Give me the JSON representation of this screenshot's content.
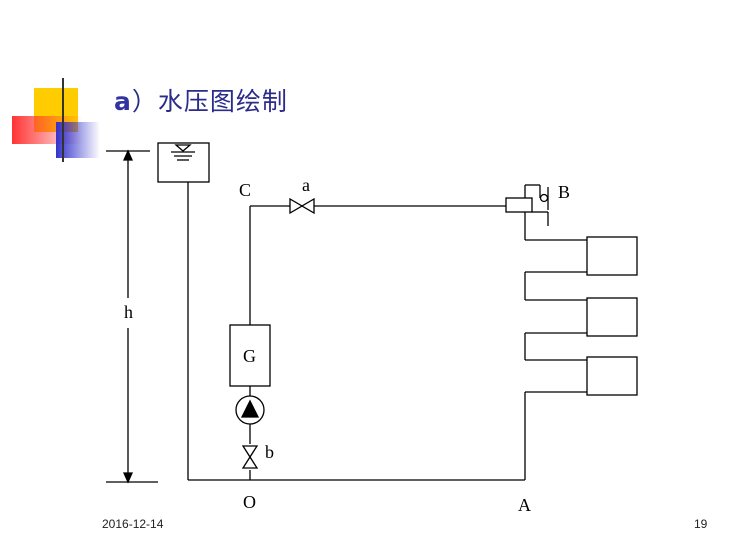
{
  "slide": {
    "title_prefix": "a",
    "title_text": "）水压图绘制",
    "footer_date": "2016-12-14",
    "page_number": "19"
  },
  "colors": {
    "accent_yellow": "#ffcc00",
    "accent_red": "#ff3333",
    "accent_blue": "#3333cc",
    "title_blue": "#2b2b8c"
  },
  "diagram": {
    "labels": {
      "C": "C",
      "a": "a",
      "B": "B",
      "h": "h",
      "G": "G",
      "b": "b",
      "O": "O",
      "A": "A"
    }
  }
}
